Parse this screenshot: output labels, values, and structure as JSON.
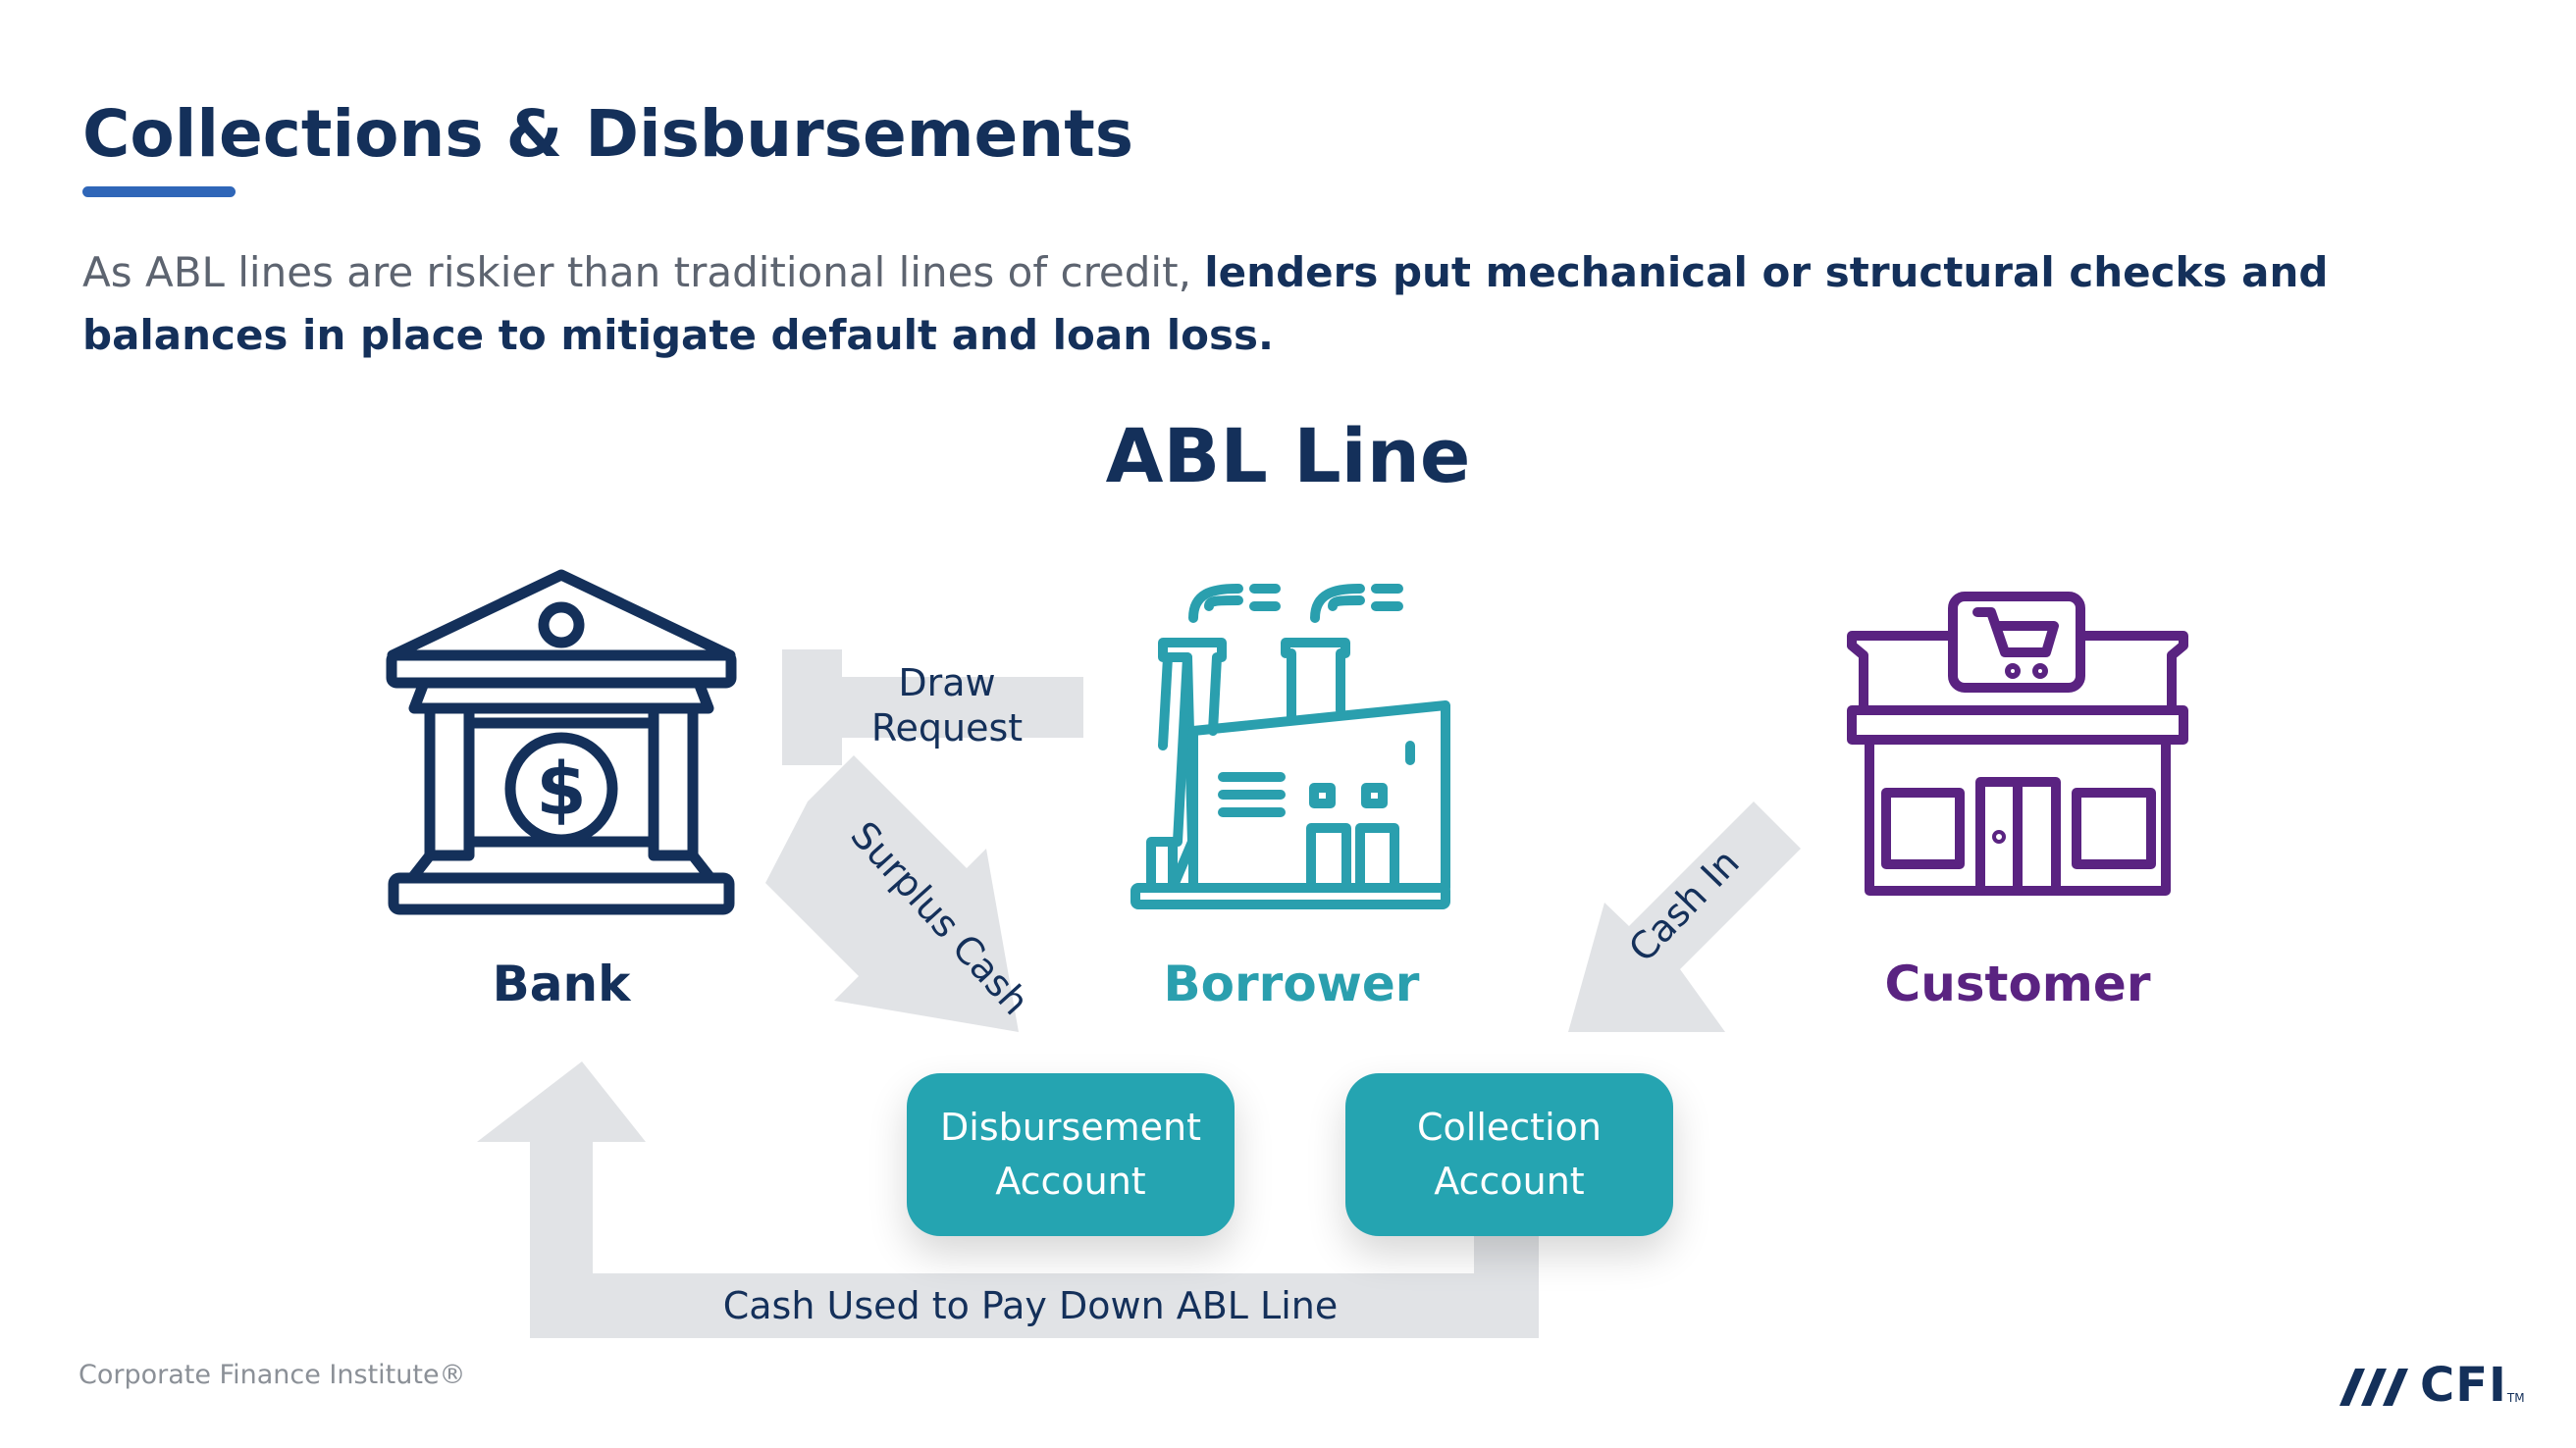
{
  "header": {
    "title": "Collections & Disbursements",
    "intro_regular": "As ABL lines are riskier than traditional lines of credit, ",
    "intro_bold": "lenders put mechanical or structural checks and balances in place to mitigate default and loan loss."
  },
  "diagram": {
    "title": "ABL Line",
    "entities": {
      "bank": {
        "label": "Bank",
        "icon": "bank-icon",
        "color": "#14305a"
      },
      "borrower": {
        "label": "Borrower",
        "icon": "factory-icon",
        "color": "#2a9fae"
      },
      "customer": {
        "label": "Customer",
        "icon": "storefront-icon",
        "color": "#5a2381"
      }
    },
    "accounts": {
      "disbursement": "Disbursement Account",
      "collection": "Collection Account"
    },
    "flows": {
      "draw_request": "Draw Request",
      "surplus_cash": "Surplus Cash",
      "cash_in": "Cash In",
      "pay_down": "Cash Used to Pay Down ABL Line"
    },
    "colors": {
      "arrow": "#e1e3e6",
      "account_box": "#25a4b1"
    }
  },
  "footer": {
    "copyright": "Corporate Finance Institute®",
    "logo_text": "CFI",
    "logo_tm": "TM"
  }
}
